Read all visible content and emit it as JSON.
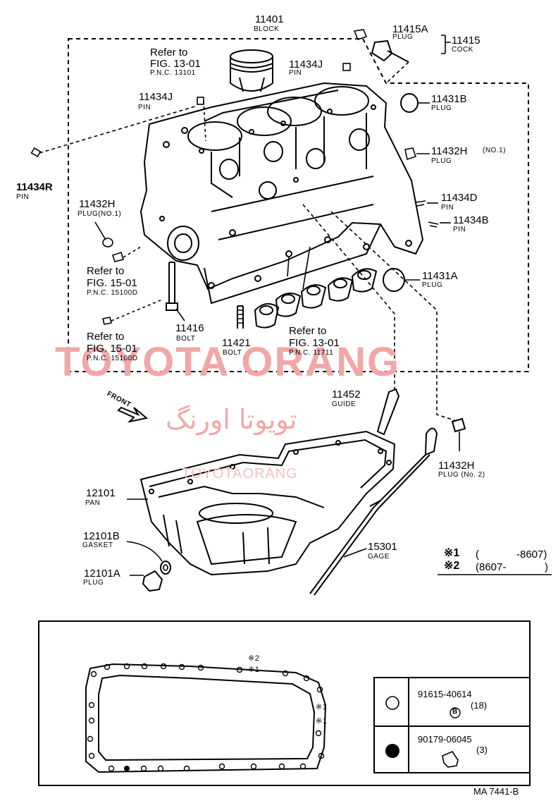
{
  "watermark": {
    "main": "TOYOTA ORANG",
    "persian": "تویوتا اورنگ",
    "small": "TOYOTAORANG"
  },
  "parts": [
    {
      "id": "block",
      "pno": "11401",
      "name": "BLOCK"
    },
    {
      "id": "plug-11415a",
      "pno": "11415A",
      "name": "PLUG"
    },
    {
      "id": "cock",
      "pno": "11415",
      "name": "COCK"
    },
    {
      "id": "pin-11434j-top",
      "pno": "11434J",
      "name": "PIN"
    },
    {
      "id": "pin-11434j-left",
      "pno": "11434J",
      "name": "PIN"
    },
    {
      "id": "plug-11431b",
      "pno": "11431B",
      "name": "PLUG"
    },
    {
      "id": "pin-11434r",
      "pno": "11434R",
      "name": "PIN"
    },
    {
      "id": "plug-11432h-right",
      "pno": "11432H",
      "name": "PLUG",
      "note": "(NO.1)"
    },
    {
      "id": "pin-11434d",
      "pno": "11434D",
      "name": "PIN"
    },
    {
      "id": "pin-11434b",
      "pno": "11434B",
      "name": "PIN"
    },
    {
      "id": "plug-11432h-left",
      "pno": "11432H",
      "name": "PLUG(NO.1)"
    },
    {
      "id": "plug-11431a",
      "pno": "11431A",
      "name": "PLUG"
    },
    {
      "id": "bolt-11416",
      "pno": "11416",
      "name": "BOLT"
    },
    {
      "id": "bolt-11421",
      "pno": "11421",
      "name": "BOLT"
    },
    {
      "id": "guide",
      "pno": "11452",
      "name": "GUIDE"
    },
    {
      "id": "plug-11432h-no2",
      "pno": "11432H",
      "name": "PLUG (No. 2)"
    },
    {
      "id": "pan",
      "pno": "12101",
      "name": "PAN"
    },
    {
      "id": "gasket",
      "pno": "12101B",
      "name": "GASKET"
    },
    {
      "id": "plug-12101a",
      "pno": "12101A",
      "name": "PLUG"
    },
    {
      "id": "gage",
      "pno": "15301",
      "name": "GAGE"
    }
  ],
  "refs": [
    {
      "id": "ref-piston",
      "line1": "Refer to",
      "line2": "FIG. 13-01",
      "line3": "P.N.C. 13101"
    },
    {
      "id": "ref-15-a",
      "line1": "Refer to",
      "line2": "FIG. 15-01",
      "line3": "P.N.C. 15100D"
    },
    {
      "id": "ref-15-b",
      "line1": "Refer to",
      "line2": "FIG. 15-01",
      "line3": "P.N.C. 15100D"
    },
    {
      "id": "ref-bearing",
      "line1": "Refer to",
      "line2": "FIG. 13-01",
      "line3": "P.N.C. 11711"
    }
  ],
  "front_label": "FRONT",
  "notes": [
    {
      "mark": "※1",
      "open": "(",
      "range": "-8607)"
    },
    {
      "mark": "※2",
      "open": "(8607-",
      "range": ")"
    }
  ],
  "inset": {
    "marks": [
      "※2",
      "※1",
      "※1",
      "※1"
    ],
    "legend": [
      {
        "symbol": "open-circle",
        "part": "91615-40614",
        "qty": "(18)",
        "badge": "B"
      },
      {
        "symbol": "filled-circle",
        "part": "90179-06045",
        "qty": "(3)"
      }
    ]
  },
  "figure_code": "MA 7441-B"
}
